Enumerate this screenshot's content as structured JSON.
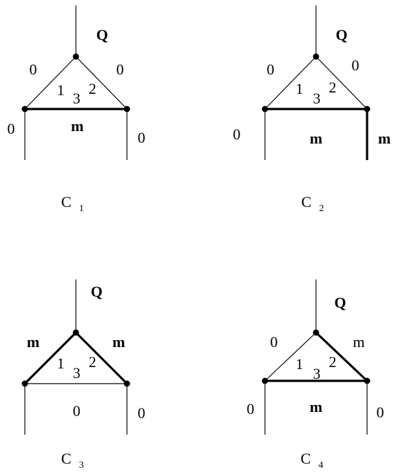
{
  "diagrams": [
    {
      "id": "c1",
      "caption_main": "C",
      "caption_sub": "1",
      "top_label": "Q",
      "top_label_bold": true,
      "left_side_label": "0",
      "left_side_bold": false,
      "right_side_label": "0",
      "right_side_bold": false,
      "inner_1": "1",
      "inner_2": "2",
      "inner_3": "3",
      "bottom_label": "m",
      "bottom_bold": true,
      "left_leg_label": "0",
      "left_leg_bold": false,
      "right_leg_label": "0",
      "right_leg_bold": false,
      "thick_edges": [
        "base"
      ]
    },
    {
      "id": "c2",
      "caption_main": "C",
      "caption_sub": "2",
      "top_label": "Q",
      "top_label_bold": true,
      "left_side_label": "0",
      "left_side_bold": false,
      "right_side_label": "0",
      "right_side_bold": false,
      "inner_1": "1",
      "inner_2": "2",
      "inner_3": "3",
      "bottom_label": "m",
      "bottom_bold": true,
      "left_leg_label": "0",
      "left_leg_bold": false,
      "right_leg_label": "m",
      "right_leg_bold": true,
      "thick_edges": [
        "base",
        "right_leg"
      ]
    },
    {
      "id": "c3",
      "caption_main": "C",
      "caption_sub": "3",
      "top_label": "Q",
      "top_label_bold": true,
      "left_side_label": "m",
      "left_side_bold": true,
      "right_side_label": "m",
      "right_side_bold": true,
      "inner_1": "1",
      "inner_2": "2",
      "inner_3": "3",
      "bottom_label": "0",
      "bottom_bold": false,
      "left_leg_label": "",
      "left_leg_bold": false,
      "right_leg_label": "0",
      "right_leg_bold": false,
      "thick_edges": [
        "left_side",
        "right_side"
      ]
    },
    {
      "id": "c4",
      "caption_main": "C",
      "caption_sub": "4",
      "top_label": "Q",
      "top_label_bold": true,
      "left_side_label": "0",
      "left_side_bold": false,
      "right_side_label": "m",
      "right_side_bold": false,
      "inner_1": "1",
      "inner_2": "2",
      "inner_3": "3",
      "bottom_label": "m",
      "bottom_bold": true,
      "left_leg_label": "0",
      "left_leg_bold": false,
      "right_leg_label": "0",
      "right_leg_bold": false,
      "thick_edges": [
        "base",
        "right_side"
      ]
    }
  ]
}
